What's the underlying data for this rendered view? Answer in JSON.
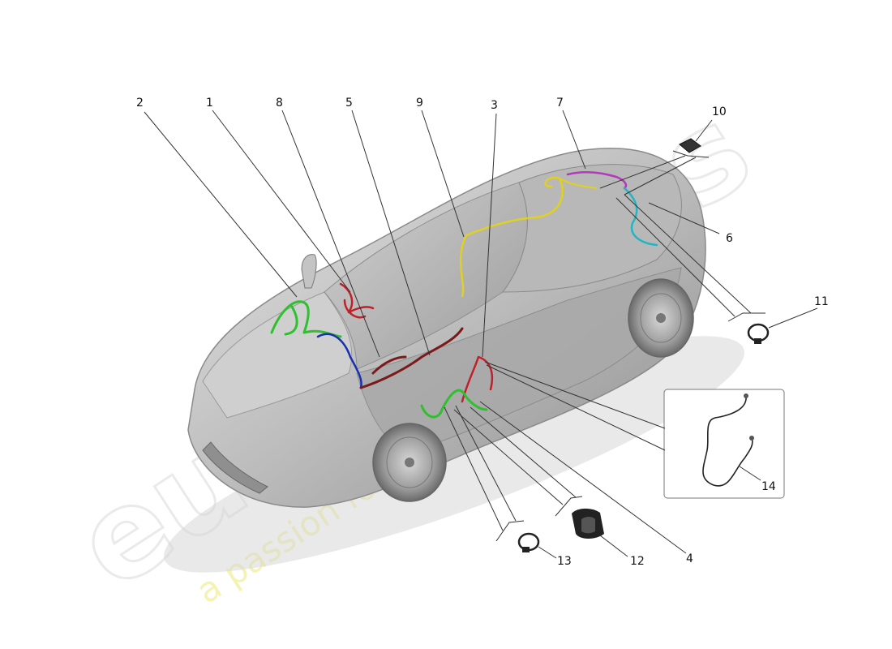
{
  "watermark": {
    "brand": "eurospares",
    "tagline": "a passion for parts since 1985"
  },
  "callouts": [
    {
      "id": "1",
      "label": "1"
    },
    {
      "id": "2",
      "label": "2"
    },
    {
      "id": "3",
      "label": "3"
    },
    {
      "id": "4",
      "label": "4"
    },
    {
      "id": "5",
      "label": "5"
    },
    {
      "id": "6",
      "label": "6"
    },
    {
      "id": "7",
      "label": "7"
    },
    {
      "id": "8",
      "label": "8"
    },
    {
      "id": "9",
      "label": "9"
    },
    {
      "id": "10",
      "label": "10"
    },
    {
      "id": "11",
      "label": "11"
    },
    {
      "id": "12",
      "label": "12"
    },
    {
      "id": "13",
      "label": "13"
    },
    {
      "id": "14",
      "label": "14"
    }
  ],
  "colors": {
    "harness_green": "#2fbf2f",
    "harness_red": "#c0202a",
    "harness_darkred": "#7a1a1a",
    "harness_blue": "#1a2fb0",
    "harness_yellow": "#e0d020",
    "harness_magenta": "#b03ab8",
    "harness_cyan": "#25b5c2",
    "leader_line": "#333333"
  }
}
